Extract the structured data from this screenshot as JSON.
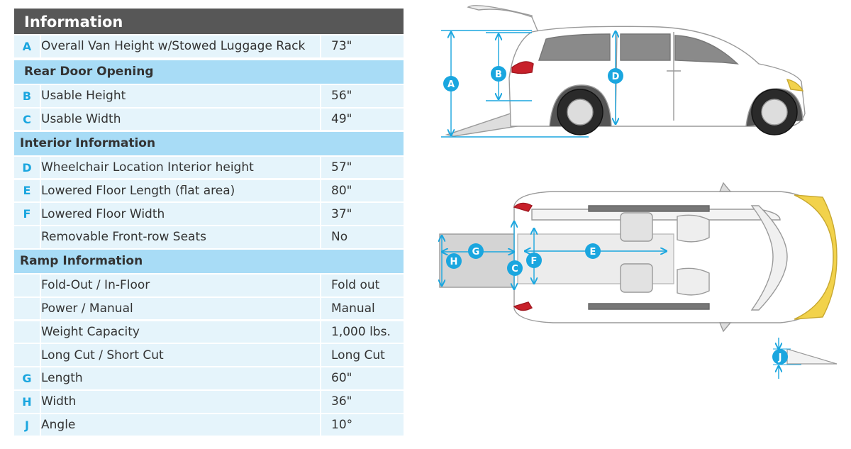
{
  "title": "Information",
  "rows": [
    {
      "type": "item",
      "key": "A",
      "label": "Overall Van Height w/Stowed Luggage Rack",
      "value": "73\""
    },
    {
      "type": "section",
      "label": "Rear Door Opening"
    },
    {
      "type": "item",
      "key": "B",
      "label": "Usable Height",
      "value": "56\""
    },
    {
      "type": "item",
      "key": "C",
      "label": "Usable Width",
      "value": "49\""
    },
    {
      "type": "section",
      "label": "Interior Information"
    },
    {
      "type": "item",
      "key": "D",
      "label": "Wheelchair Location Interior height",
      "value": "57\""
    },
    {
      "type": "item",
      "key": "E",
      "label": "Lowered Floor Length (flat area)",
      "value": "80\""
    },
    {
      "type": "item",
      "key": "F",
      "label": "Lowered Floor Width",
      "value": "37\""
    },
    {
      "type": "item",
      "key": "",
      "label": "Removable Front-row Seats",
      "value": "No"
    },
    {
      "type": "section",
      "label": "Ramp Information"
    },
    {
      "type": "item",
      "key": "",
      "label": "Fold-Out / In-Floor",
      "value": "Fold out"
    },
    {
      "type": "item",
      "key": "",
      "label": "Power / Manual",
      "value": "Manual"
    },
    {
      "type": "item",
      "key": "",
      "label": "Weight Capacity",
      "value": "1,000 lbs."
    },
    {
      "type": "item",
      "key": "",
      "label": "Long Cut / Short Cut",
      "value": "Long Cut"
    },
    {
      "type": "item",
      "key": "G",
      "label": "Length",
      "value": "60\""
    },
    {
      "type": "item",
      "key": "H",
      "label": "Width",
      "value": "36\""
    },
    {
      "type": "item",
      "key": "J",
      "label": "Angle",
      "value": "10°"
    }
  ],
  "diagram": {
    "side_markers": [
      "A",
      "B",
      "D"
    ],
    "top_markers": [
      "H",
      "G",
      "C",
      "F",
      "E"
    ],
    "angle_marker": "J"
  },
  "colors": {
    "accent": "#1aa6df",
    "header": "#575757",
    "section": "#a8dcf6",
    "row": "#e5f4fb"
  }
}
